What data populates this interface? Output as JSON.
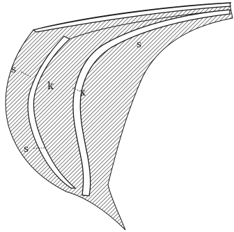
{
  "figure": {
    "labels": {
      "s_upper_right": "s",
      "s_upper_left": "s",
      "k": "k",
      "x": "x",
      "s_lower": "s"
    },
    "colors": {
      "ink": "#1a1a1a",
      "background": "#ffffff"
    }
  }
}
